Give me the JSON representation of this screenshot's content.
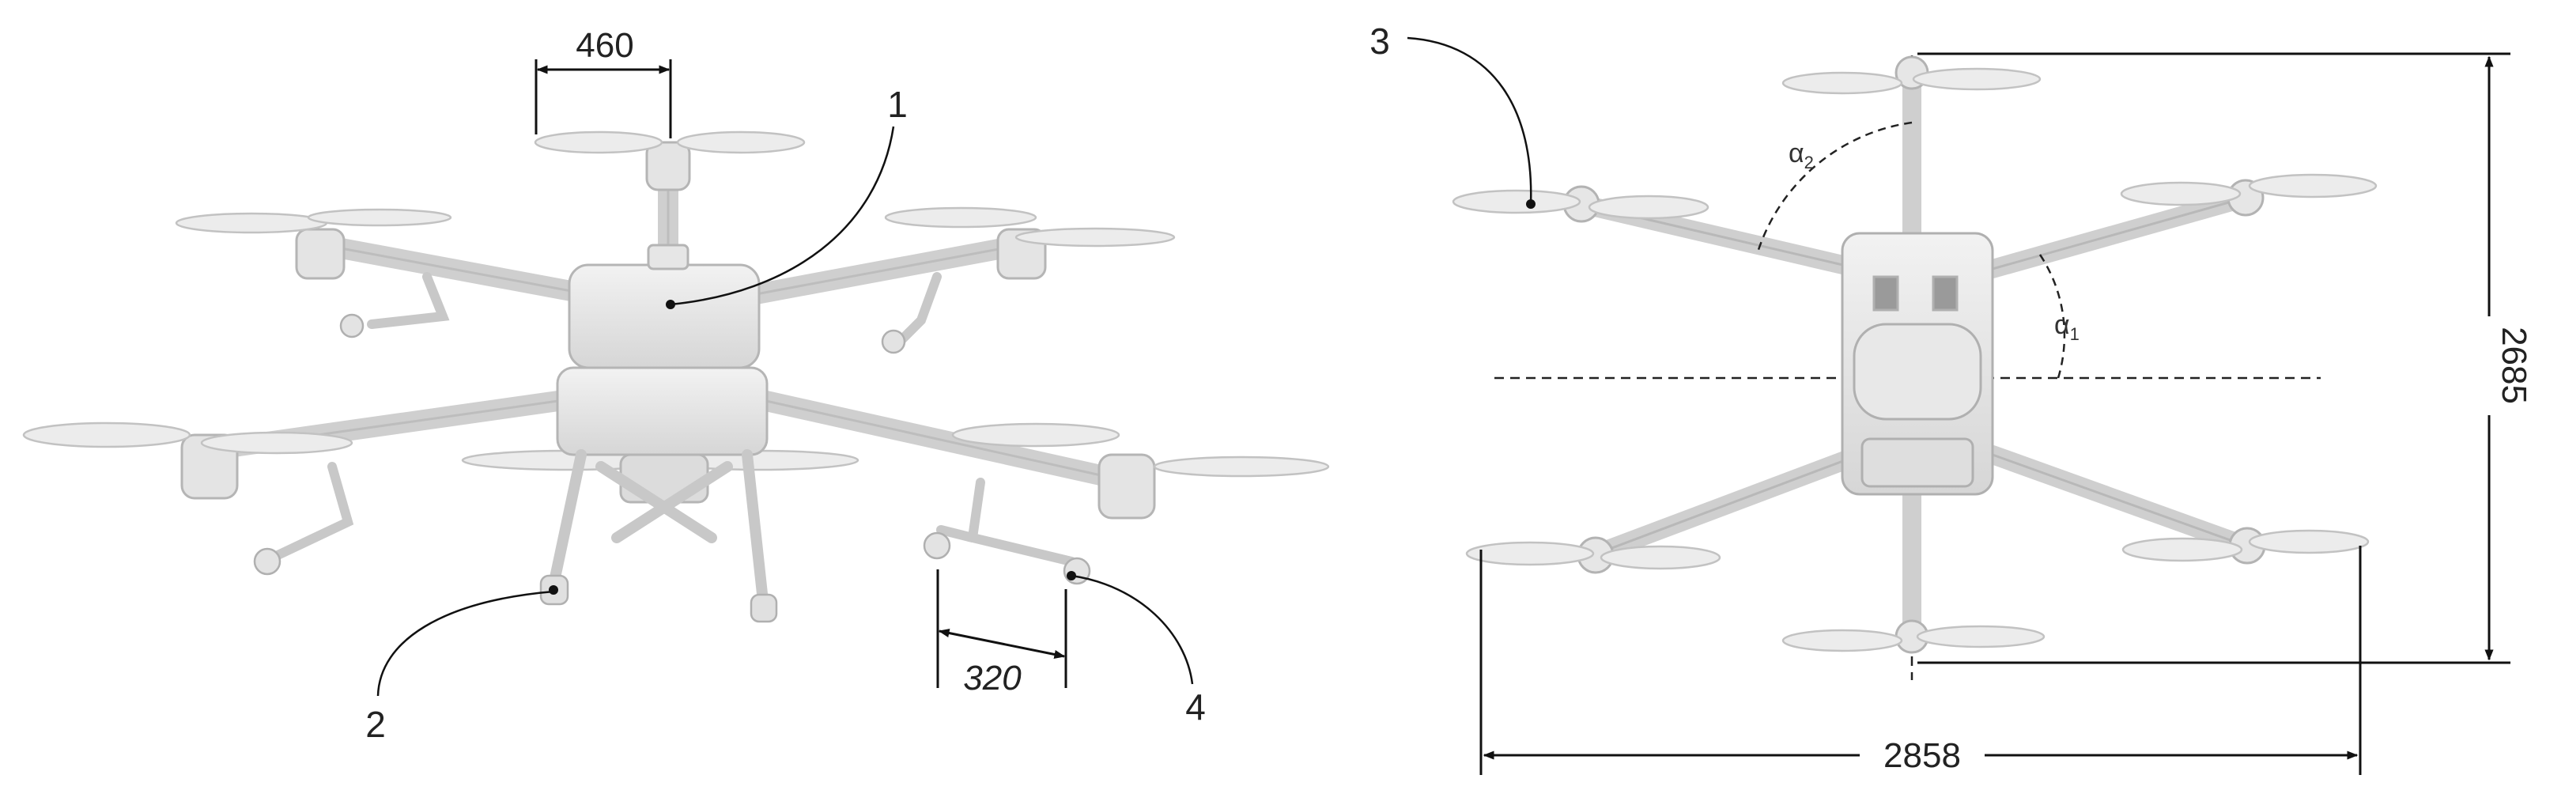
{
  "figure": {
    "dimensions": {
      "propeller_spacing": "460",
      "landing_pad_spacing": "320",
      "height_top_view": "2685",
      "width_top_view": "2858"
    },
    "callouts": {
      "c1": "1",
      "c2": "2",
      "c3": "3",
      "c4": "4"
    },
    "angles": {
      "alpha1": {
        "symbol": "α",
        "sub": "1"
      },
      "alpha2": {
        "symbol": "α",
        "sub": "2"
      }
    }
  }
}
